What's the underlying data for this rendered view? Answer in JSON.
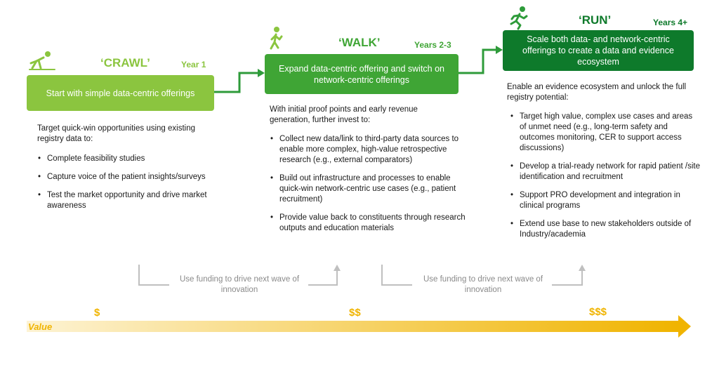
{
  "colors": {
    "crawl": "#8bc53f",
    "walk": "#3fa535",
    "run": "#0e7a2b",
    "connector": "#2e9b3a",
    "feedback": "#bfbfbf",
    "value": "#f0b400"
  },
  "stages": [
    {
      "title": "‘CRAWL’",
      "years": "Year 1",
      "box": "Start with simple data-centric offerings",
      "intro": "Target quick-win opportunities using existing registry data to:",
      "bullets": [
        "Complete feasibility studies",
        "Capture voice of the patient insights/surveys",
        "Test the market opportunity and drive market awareness"
      ],
      "icon": "crawling-person-icon"
    },
    {
      "title": "‘WALK’",
      "years": "Years 2-3",
      "box": "Expand data-centric offering and switch on network-centric offerings",
      "intro": "With initial proof points and early revenue generation, further invest to:",
      "bullets": [
        "Collect new data/link to third-party data sources to enable more complex, high-value retrospective research (e.g., external comparators)",
        "Build out infrastructure and processes to enable quick-win network-centric use cases (e.g., patient recruitment)",
        "Provide value back to constituents through research outputs and education materials"
      ],
      "icon": "walking-person-icon"
    },
    {
      "title": "‘RUN’",
      "years": "Years 4+",
      "box": "Scale both data- and network-centric offerings to create a data and evidence ecosystem",
      "intro": "Enable an evidence ecosystem and unlock the full registry potential:",
      "bullets": [
        "Target high value, complex use cases and areas of unmet need (e.g., long-term safety and outcomes monitoring, CER to support access discussions)",
        "Develop a trial-ready network for rapid patient /site identification and recruitment",
        "Support PRO development and integration in clinical programs",
        "Extend use base to new stakeholders outside of Industry/academia"
      ],
      "icon": "running-person-icon"
    }
  ],
  "feedback": [
    "Use funding to drive next wave of innovation",
    "Use funding to drive next wave of innovation"
  ],
  "value_bar": {
    "label": "Value",
    "costs": [
      "$",
      "$$",
      "$$$"
    ]
  }
}
